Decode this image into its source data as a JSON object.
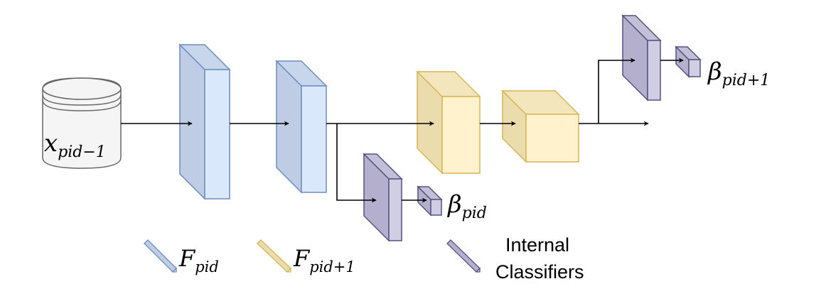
{
  "colors": {
    "blue_face": "#dae8fc",
    "blue_side": "#bfcde4",
    "blue_stroke": "#6c8ebf",
    "yellow_face": "#fff2cc",
    "yellow_side": "#ebdcae",
    "yellow_stroke": "#d6b656",
    "purple_face": "#d0cee2",
    "purple_side": "#b3afcc",
    "purple_stroke": "#56517e",
    "db_fill": "#f5f5f5",
    "db_stroke": "#666666",
    "arrow": "#000000"
  },
  "nodes": {
    "input": {
      "var": "x",
      "sub": "pid−1",
      "icon": "database-icon"
    },
    "beta_pid": {
      "var": "β",
      "sub": "pid"
    },
    "beta_pid_next": {
      "var": "β",
      "sub": "pid+1"
    }
  },
  "legend": {
    "f_pid": {
      "var": "F",
      "sub": "pid"
    },
    "f_pid_next": {
      "var": "F",
      "sub": "pid+1"
    },
    "classifiers": {
      "line1": "Internal",
      "line2": "Classifiers"
    }
  }
}
